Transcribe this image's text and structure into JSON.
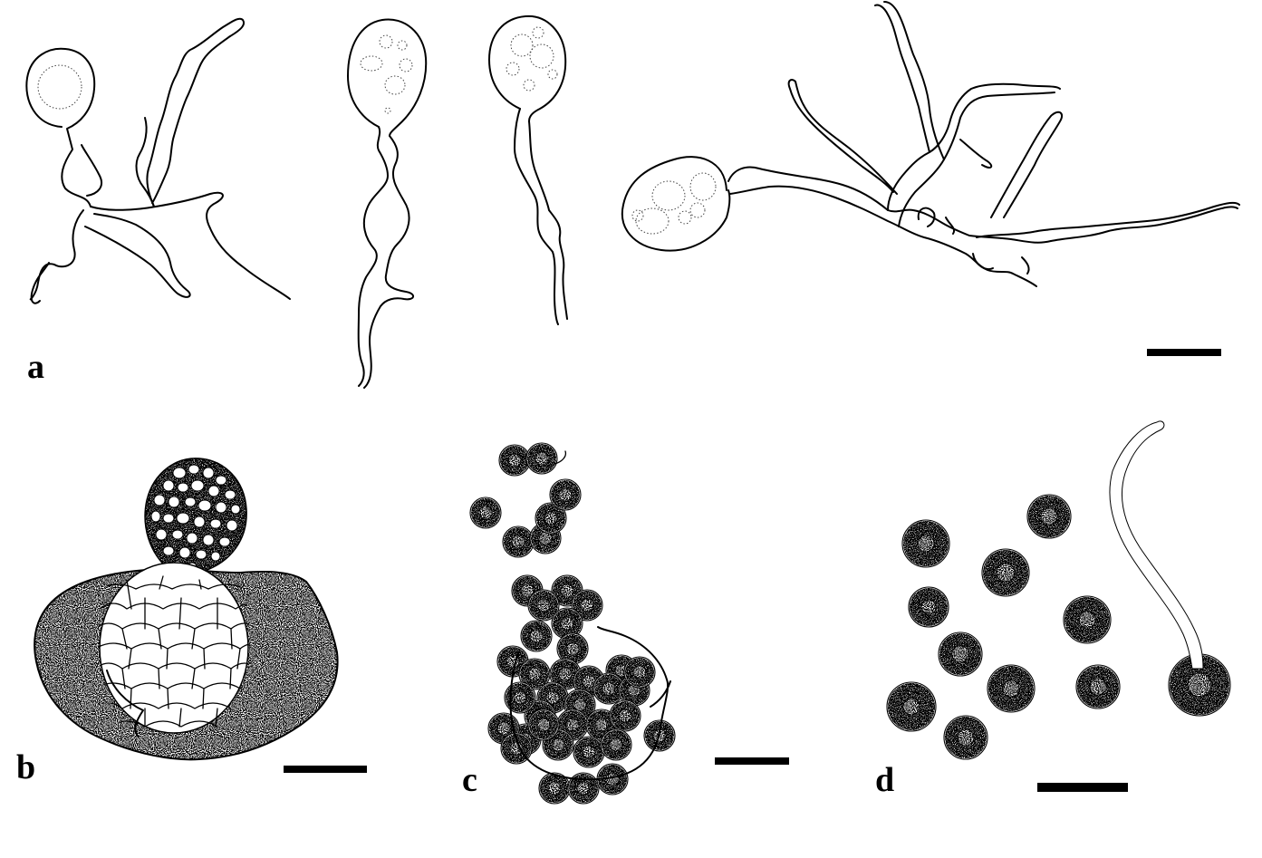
{
  "panels": [
    {
      "id": "a",
      "label": "a"
    },
    {
      "id": "b",
      "label": "b"
    },
    {
      "id": "c",
      "label": "c"
    },
    {
      "id": "d",
      "label": "d"
    }
  ],
  "colors": {
    "ink": "#000000",
    "background": "#ffffff"
  }
}
